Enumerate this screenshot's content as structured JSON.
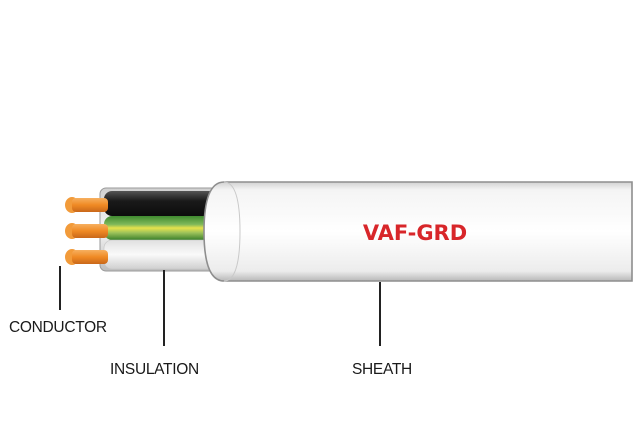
{
  "cable_name": "VAF-GRD",
  "labels": {
    "conductor": "CONDUCTOR",
    "insulation": "INSULATION",
    "sheath": "SHEATH"
  },
  "colors": {
    "cable_text": "#d8262a",
    "conductor": "#f08a24",
    "core_black": "#1c1c1c",
    "core_earth_green": "#4c9a3a",
    "core_earth_yellow": "#e3e04a",
    "core_white": "#f2f2f2",
    "sheath": "#ededed",
    "leader_line": "#222222"
  },
  "cores": [
    {
      "name": "black-core",
      "color": "#1c1c1c"
    },
    {
      "name": "green-yellow-earth-core",
      "color": "#4c9a3a"
    },
    {
      "name": "white-core",
      "color": "#f2f2f2"
    }
  ]
}
